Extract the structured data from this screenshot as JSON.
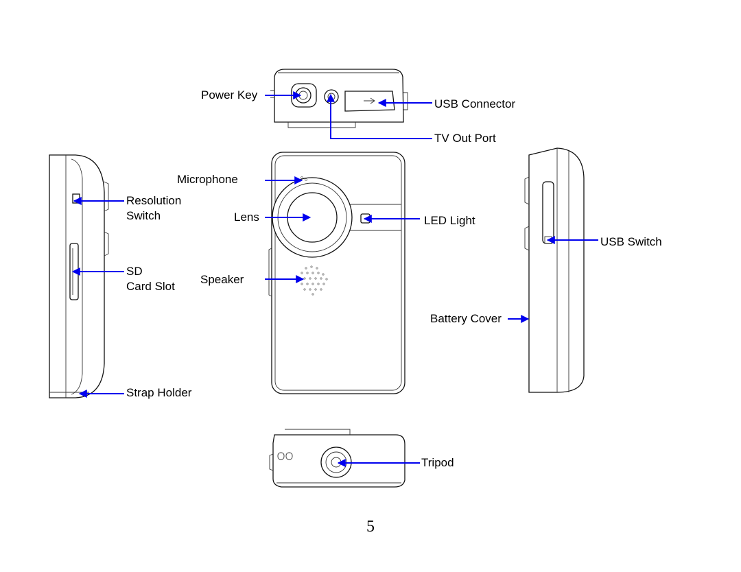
{
  "labels": {
    "power_key": "Power Key",
    "usb_connector": "USB Connector",
    "tv_out_port": "TV Out Port",
    "microphone": "Microphone",
    "resolution_switch_line1": "Resolution",
    "resolution_switch_line2": "Switch",
    "lens": "Lens",
    "led_light": "LED Light",
    "usb_switch": "USB Switch",
    "sd_line1": "SD",
    "sd_line2": "Card Slot",
    "speaker": "Speaker",
    "battery_cover": "Battery Cover",
    "strap_holder": "Strap Holder",
    "tripod": "Tripod"
  },
  "page_number": "5",
  "colors": {
    "arrow": "#0000ee",
    "outline": "#111111"
  }
}
